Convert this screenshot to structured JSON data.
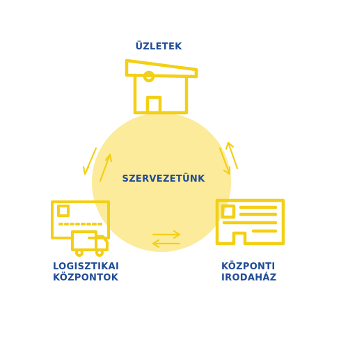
{
  "center_label": "SZERVEZETÜNK",
  "nodes": {
    "stores": {
      "label": "ÜZLETEK",
      "icon": "shop-icon"
    },
    "logistics": {
      "label_lines": [
        "LOGISZTIKAI",
        "KÖZPONTOK"
      ],
      "icon": "warehouse-truck-icon"
    },
    "headquarters": {
      "label_lines": [
        "KÖZPONTI",
        "IRODAHÁZ"
      ],
      "icon": "office-building-icon"
    }
  },
  "colors": {
    "circle": "#fbeb9a",
    "icon_stroke": "#f3cf16",
    "text": "#1f4b96"
  }
}
